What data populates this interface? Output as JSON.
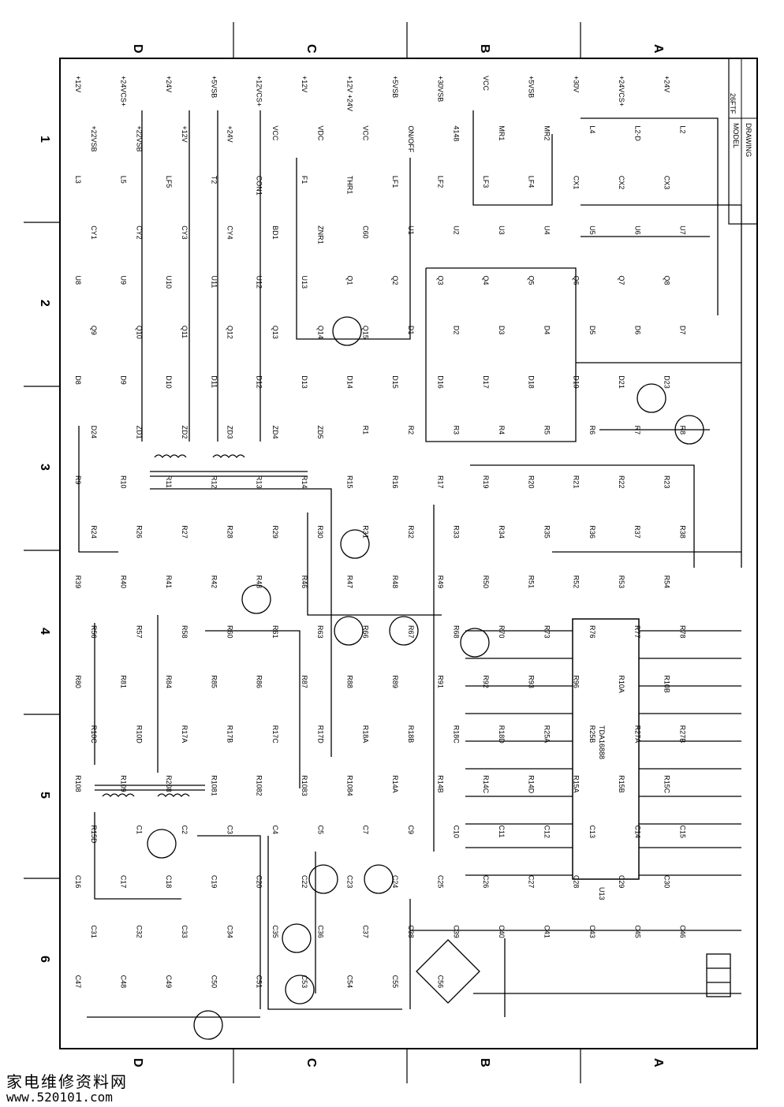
{
  "zones_top": [
    "D",
    "C",
    "B",
    "A"
  ],
  "zones_bottom": [
    "D",
    "C",
    "B",
    "A"
  ],
  "rows_left": [
    "1",
    "2",
    "3",
    "4",
    "5",
    "6"
  ],
  "title_block": {
    "drawing_no": "26FTF",
    "model_label": "MODEL",
    "drawing_label": "DRAWING"
  },
  "main_ic": {
    "ref": "U13",
    "part": "TDA16888"
  },
  "labels": [
    "+12V",
    "+24VCS+",
    "+24V",
    "+5VSB",
    "+12VCS+",
    "+12V",
    "+12V +24V",
    "+5VSB",
    "+30VSB",
    "VCC",
    "+5VSB",
    "+30V",
    "+24VCS+",
    "+24V",
    "+22VSB",
    "+22VSB",
    "+12V",
    "+24V",
    "VCC",
    "VDC",
    "VCC",
    "ON/OFF",
    "4148",
    "MR1",
    "MR2",
    "L4",
    "L2-D",
    "L2",
    "L3",
    "L5",
    "LF5",
    "T2",
    "CON1",
    "F1",
    "THR1",
    "LF1",
    "LF2",
    "LF3",
    "LF4",
    "CX1",
    "CX2",
    "CX3",
    "CY1",
    "CY2",
    "CY3",
    "CY4",
    "BD1",
    "ZNR1",
    "C60",
    "U1",
    "U2",
    "U3",
    "U4",
    "U5",
    "U6",
    "U7",
    "U8",
    "U9",
    "U10",
    "U11",
    "U12",
    "U13",
    "Q1",
    "Q2",
    "Q3",
    "Q4",
    "Q5",
    "Q6",
    "Q7",
    "Q8",
    "Q9",
    "Q10",
    "Q11",
    "Q12",
    "Q13",
    "Q14",
    "Q15",
    "D1",
    "D2",
    "D3",
    "D4",
    "D5",
    "D6",
    "D7",
    "D8",
    "D9",
    "D10",
    "D11",
    "D12",
    "D13",
    "D14",
    "D15",
    "D16",
    "D17",
    "D18",
    "D19",
    "D21",
    "D23",
    "D24",
    "ZD1",
    "ZD2",
    "ZD3",
    "ZD4",
    "ZD5",
    "R1",
    "R2",
    "R3",
    "R4",
    "R5",
    "R6",
    "R7",
    "R8",
    "R9",
    "R10",
    "R11",
    "R12",
    "R13",
    "R14",
    "R15",
    "R16",
    "R17",
    "R19",
    "R20",
    "R21",
    "R22",
    "R23",
    "R24",
    "R26",
    "R27",
    "R28",
    "R29",
    "R30",
    "R31",
    "R32",
    "R33",
    "R34",
    "R35",
    "R36",
    "R37",
    "R38",
    "R39",
    "R40",
    "R41",
    "R42",
    "R43",
    "R46",
    "R47",
    "R48",
    "R49",
    "R50",
    "R51",
    "R52",
    "R53",
    "R54",
    "R56",
    "R57",
    "R58",
    "R60",
    "R61",
    "R63",
    "R66",
    "R67",
    "R68",
    "R70",
    "R73",
    "R76",
    "R77",
    "R78",
    "R80",
    "R81",
    "R84",
    "R85",
    "R86",
    "R87",
    "R88",
    "R89",
    "R91",
    "R92",
    "R93",
    "R96",
    "R10A",
    "R10B",
    "R10C",
    "R10D",
    "R17A",
    "R17B",
    "R17C",
    "R17D",
    "R18A",
    "R18B",
    "R18C",
    "R18D",
    "R25A",
    "R25B",
    "R27A",
    "R27B",
    "R108",
    "R109",
    "R208",
    "R1081",
    "R1082",
    "R1083",
    "R1084",
    "R14A",
    "R14B",
    "R14C",
    "R14D",
    "R15A",
    "R15B",
    "R15C",
    "R15D",
    "C1",
    "C2",
    "C3",
    "C4",
    "C5",
    "C7",
    "C9",
    "C10",
    "C11",
    "C12",
    "C13",
    "C14",
    "C15",
    "C16",
    "C17",
    "C18",
    "C19",
    "C20",
    "C22",
    "C23",
    "C24",
    "C25",
    "C26",
    "C27",
    "C28",
    "C29",
    "C30",
    "C31",
    "C32",
    "C33",
    "C34",
    "C35",
    "C36",
    "C37",
    "C38",
    "C39",
    "C40",
    "C41",
    "C43",
    "C45",
    "C46",
    "C47",
    "C48",
    "C49",
    "C50",
    "C51",
    "C53",
    "C54",
    "C55",
    "C56"
  ],
  "watermark": {
    "site_cn": "家电维修资料网",
    "url": "www.520101.com"
  }
}
